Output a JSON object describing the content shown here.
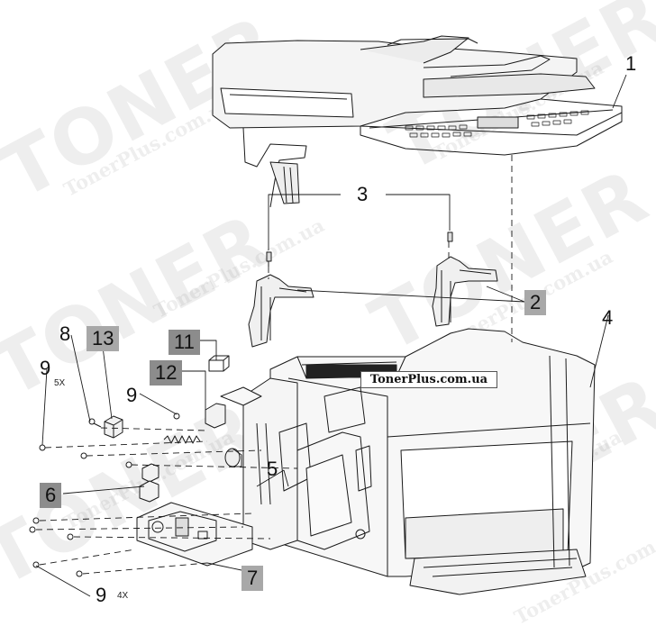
{
  "watermark": {
    "brand": "TONER",
    "site": "TonerPlus.com.ua"
  },
  "site_label": "TonerPlus.com.ua",
  "callouts": {
    "c1": "1",
    "c2": "2",
    "c3": "3",
    "c4": "4",
    "c5": "5",
    "c6": "6",
    "c7": "7",
    "c8": "8",
    "c9a": "9",
    "c9b": "9",
    "c9c": "9",
    "c11": "11",
    "c12": "12",
    "c13": "13"
  },
  "quantities": {
    "q5x": "5X",
    "q4x": "4X"
  },
  "colors": {
    "line": "#1a1a1a",
    "callout_box": "#a8a8a8",
    "callout_box_dark": "#8c8c8c",
    "watermark": "#969696"
  }
}
